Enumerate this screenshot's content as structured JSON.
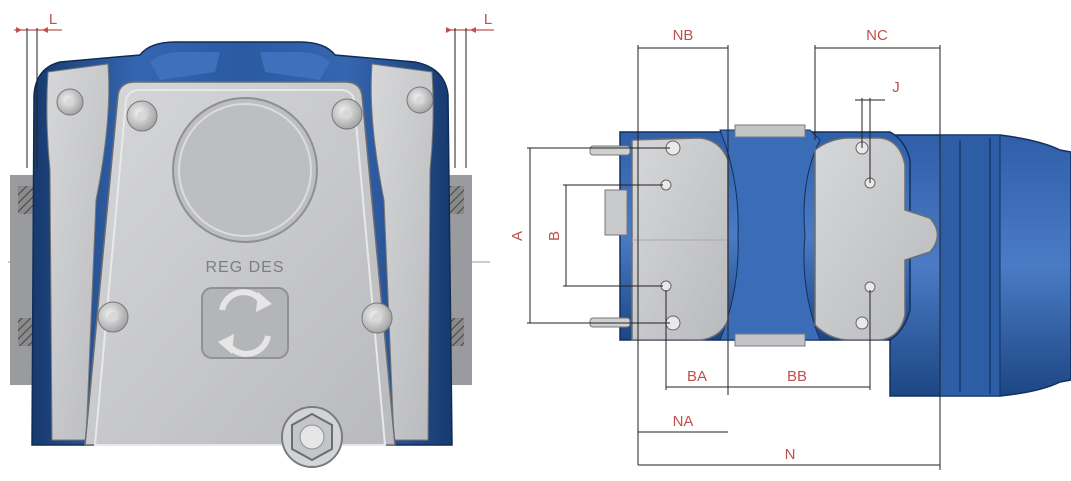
{
  "labels": {
    "l_left": "L",
    "l_right": "L",
    "nb": "NB",
    "nc": "NC",
    "j": "J",
    "a": "A",
    "b": "B",
    "ba": "BA",
    "bb": "BB",
    "na": "NA",
    "n": "N",
    "cover_text": "REG DES"
  },
  "colors": {
    "dimension": "#c0504d",
    "housing_blue": "#2a5aa0",
    "cover_grey": "#c6c7c9",
    "dark_blue": "#173a6e"
  },
  "icons": {
    "rotation_symbol": "rotate-arrows-icon"
  }
}
